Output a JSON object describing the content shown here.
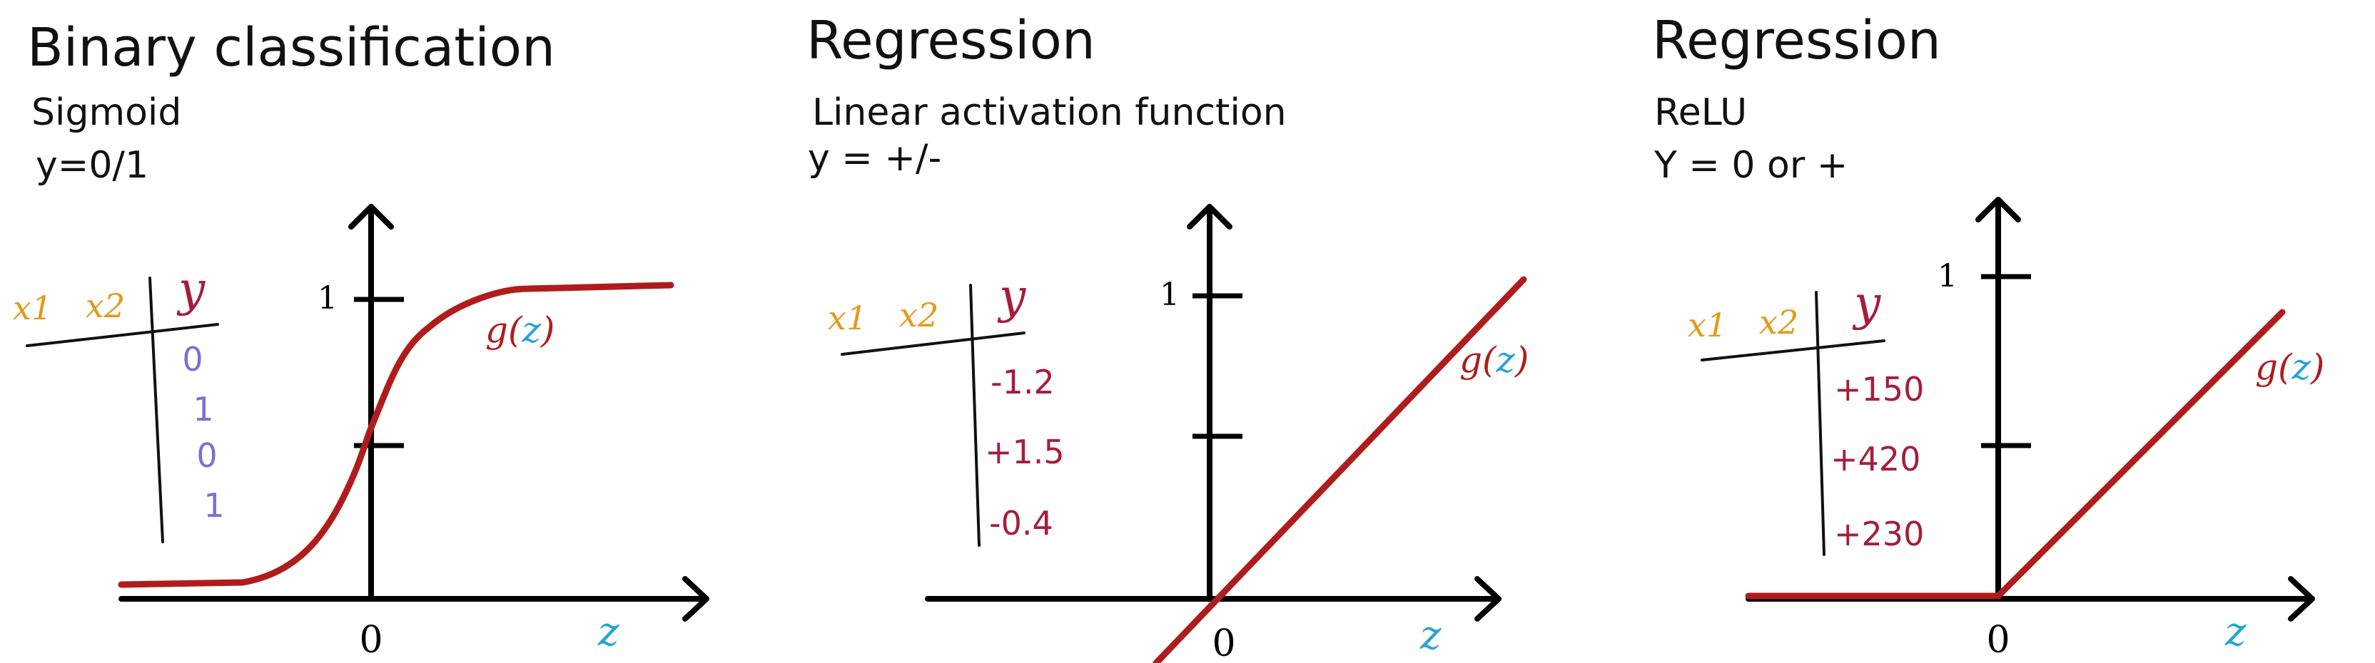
{
  "panels": [
    {
      "title": "Binary classification",
      "subtitle": "Sigmoid",
      "output": "y=0/1",
      "activation": "sigmoid",
      "y_tick_label": "1",
      "x_origin_label": "0",
      "x_axis_label": "z",
      "curve_label": {
        "prefix": "g(",
        "var": "z",
        "suffix": ")"
      },
      "table": {
        "headers": [
          "x1",
          "x2",
          "y"
        ],
        "values": [
          "0",
          "1",
          "0",
          "1"
        ],
        "value_color": "#7b6fd6"
      }
    },
    {
      "title": "Regression",
      "subtitle": "Linear activation function",
      "output": "y = +/-",
      "activation": "linear",
      "y_tick_label": "1",
      "x_origin_label": "0",
      "x_axis_label": "z",
      "curve_label": {
        "prefix": "g(",
        "var": "z",
        "suffix": ")"
      },
      "table": {
        "headers": [
          "x1",
          "x2",
          "y"
        ],
        "values": [
          "-1.2",
          "+1.5",
          "-0.4"
        ],
        "value_color": "#a51d3c"
      }
    },
    {
      "title": "Regression",
      "subtitle": "ReLU",
      "output": "Y = 0 or +",
      "activation": "relu",
      "y_tick_label": "1",
      "x_origin_label": "0",
      "x_axis_label": "z",
      "curve_label": {
        "prefix": "g(",
        "var": "z",
        "suffix": ")"
      },
      "table": {
        "headers": [
          "x1",
          "x2",
          "y"
        ],
        "values": [
          "+150",
          "+420",
          "+230"
        ],
        "value_color": "#a51d3c"
      }
    }
  ],
  "colors": {
    "curve": "#b01c1c",
    "input_header": "#e39a1c",
    "output_header": "#a51d3c",
    "z_variable": "#2aa3d6",
    "axis": "#000000"
  }
}
